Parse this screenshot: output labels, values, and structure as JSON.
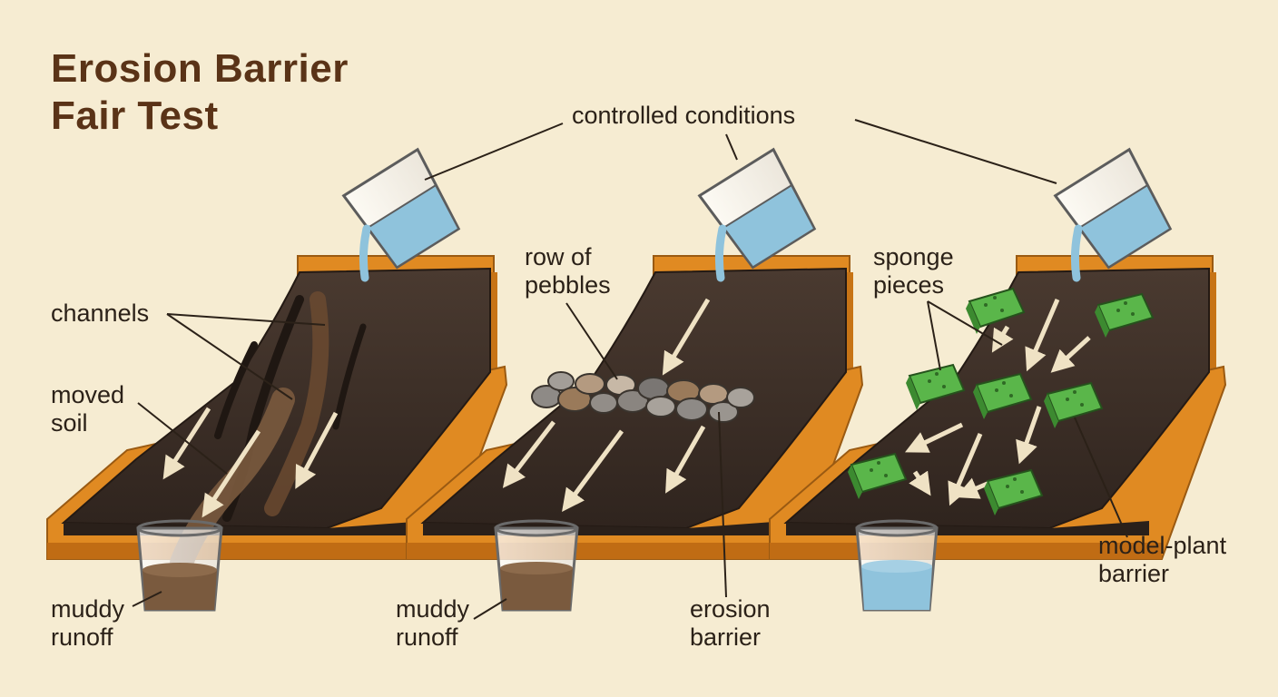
{
  "title": {
    "line1": "Erosion Barrier",
    "line2": "Fair Test"
  },
  "labels": {
    "controlled_conditions": "controlled conditions",
    "channels": "channels",
    "moved_soil_1": "moved",
    "moved_soil_2": "soil",
    "muddy_runoff_left_1": "muddy",
    "muddy_runoff_left_2": "runoff",
    "row_of_pebbles_1": "row of",
    "row_of_pebbles_2": "pebbles",
    "muddy_runoff_mid_1": "muddy",
    "muddy_runoff_mid_2": "runoff",
    "erosion_barrier_1": "erosion",
    "erosion_barrier_2": "barrier",
    "sponge_pieces_1": "sponge",
    "sponge_pieces_2": "pieces",
    "model_plant_barrier_1": "model-plant",
    "model_plant_barrier_2": "barrier"
  },
  "colors": {
    "background": "#f6ecd2",
    "tray": "#e08a22",
    "soil": "#3d2e26",
    "title": "#5a3317",
    "water": "#8fc3dc",
    "muddy_water": "#7a5a3e",
    "sponge": "#4fa53f",
    "pebbles": "#9a8e80"
  }
}
